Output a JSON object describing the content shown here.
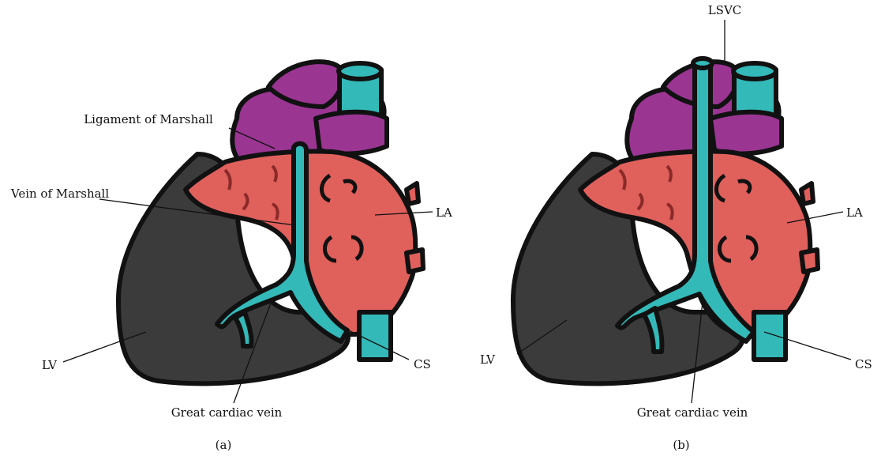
{
  "colors": {
    "ventricle": "#3b3b3b",
    "atrium": "#e0605c",
    "vessel_purple": "#9a3592",
    "vein": "#33b9b8",
    "outline": "#111111"
  },
  "panel_a": {
    "caption": "(a)",
    "labels": {
      "ligament": "Ligament of Marshall",
      "vein_of_marshall": "Vein of Marshall",
      "la": "LA",
      "lv": "LV",
      "cs": "CS",
      "gcv": "Great cardiac vein"
    }
  },
  "panel_b": {
    "caption": "(b)",
    "labels": {
      "lsvc": "LSVC",
      "la": "LA",
      "lv": "LV",
      "cs": "CS",
      "gcv": "Great cardiac vein"
    }
  }
}
